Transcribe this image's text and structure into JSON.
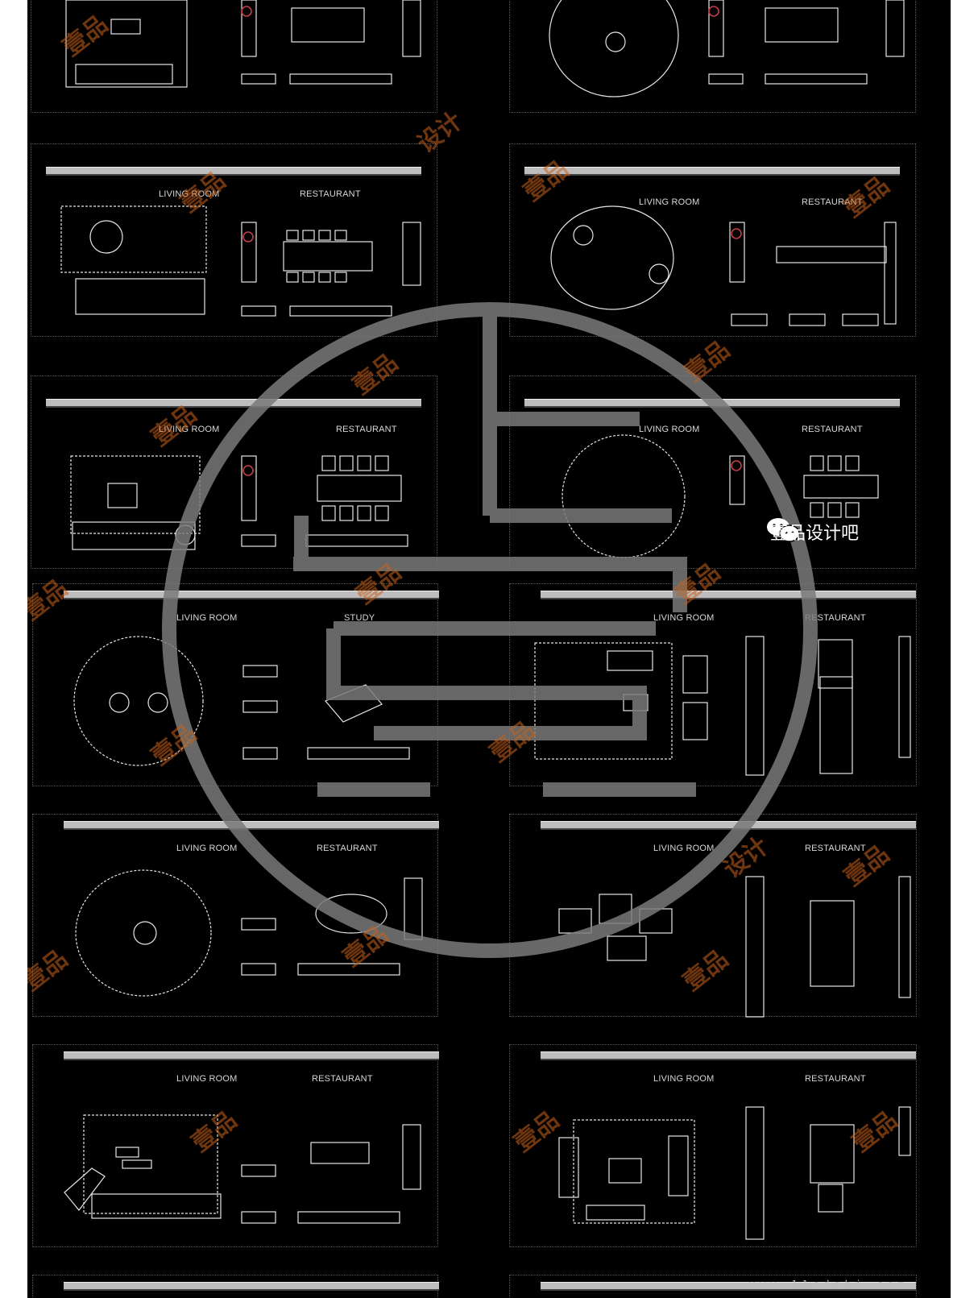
{
  "colors": {
    "background": "#000000",
    "line": "#e6e6e6",
    "accent_red": "#c83a4a",
    "accent_orange": "#c8621a",
    "watermark_gray": "#7a7a7a"
  },
  "panels": [
    {
      "id": "p1",
      "labels": []
    },
    {
      "id": "p2",
      "labels": []
    },
    {
      "id": "p3",
      "labels": [
        "LIVING ROOM",
        "RESTAURANT"
      ]
    },
    {
      "id": "p4",
      "labels": [
        "LIVING ROOM",
        "RESTAURANT"
      ]
    },
    {
      "id": "p5",
      "labels": [
        "LIVING ROOM",
        "RESTAURANT"
      ]
    },
    {
      "id": "p6",
      "labels": [
        "LIVING ROOM",
        "RESTAURANT"
      ]
    },
    {
      "id": "p7",
      "labels": [
        "LIVING ROOM",
        "STUDY"
      ]
    },
    {
      "id": "p8",
      "labels": [
        "LIVING ROOM",
        "RESTAURANT"
      ]
    },
    {
      "id": "p9",
      "labels": [
        "LIVING ROOM",
        "RESTAURANT"
      ]
    },
    {
      "id": "p10",
      "labels": [
        "LIVING ROOM",
        "RESTAURANT"
      ]
    },
    {
      "id": "p11",
      "labels": [
        "LIVING ROOM",
        "RESTAURANT"
      ]
    },
    {
      "id": "p12",
      "labels": [
        "LIVING ROOM",
        "RESTAURANT"
      ]
    }
  ],
  "wechat_caption": "壹品设计吧",
  "watermark_text": "壹品",
  "watermark_text_2": "设计",
  "corner_url": "www.11cdehi.com",
  "icons": [
    "wechat-icon",
    "brand-logo-icon"
  ]
}
